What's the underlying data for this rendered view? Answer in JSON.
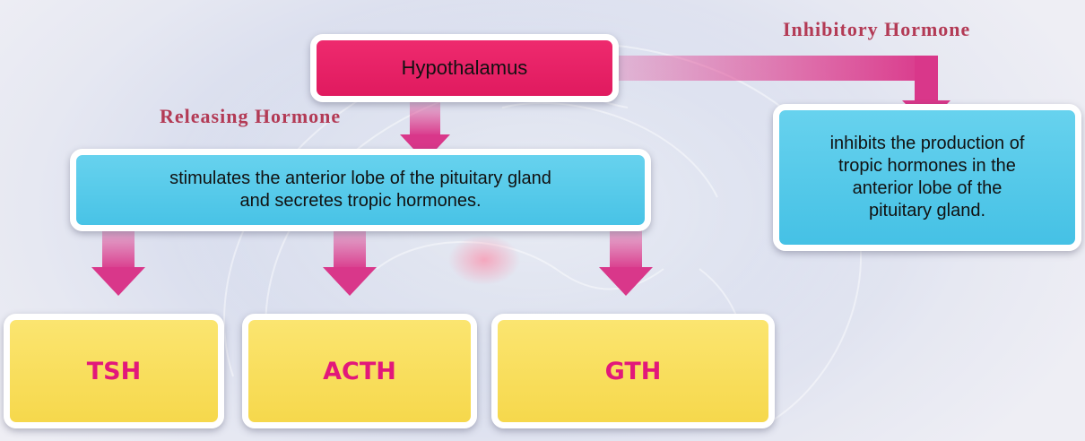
{
  "hypothalamus": {
    "label": "Hypothalamus"
  },
  "releasing": {
    "label": "Releasing Hormone"
  },
  "inhibitory": {
    "label": "Inhibitory Hormone"
  },
  "stimulates": {
    "text": "stimulates the anterior lobe of the pituitary gland\nand secretes tropic hormones."
  },
  "inhibits": {
    "text": "inhibits the production of\ntropic hormones in the\nanterior lobe of the\npituitary gland."
  },
  "hormones": {
    "tsh": "TSH",
    "acth": "ACTH",
    "gth": "GTH"
  },
  "colors": {
    "hypothalamus_fill": "#e8226a",
    "info_fill": "#52c8e9",
    "hormone_fill": "#f8dd5a",
    "hormone_text": "#e2187a",
    "arrow": "#d9378a",
    "label_text": "#b33a55"
  }
}
